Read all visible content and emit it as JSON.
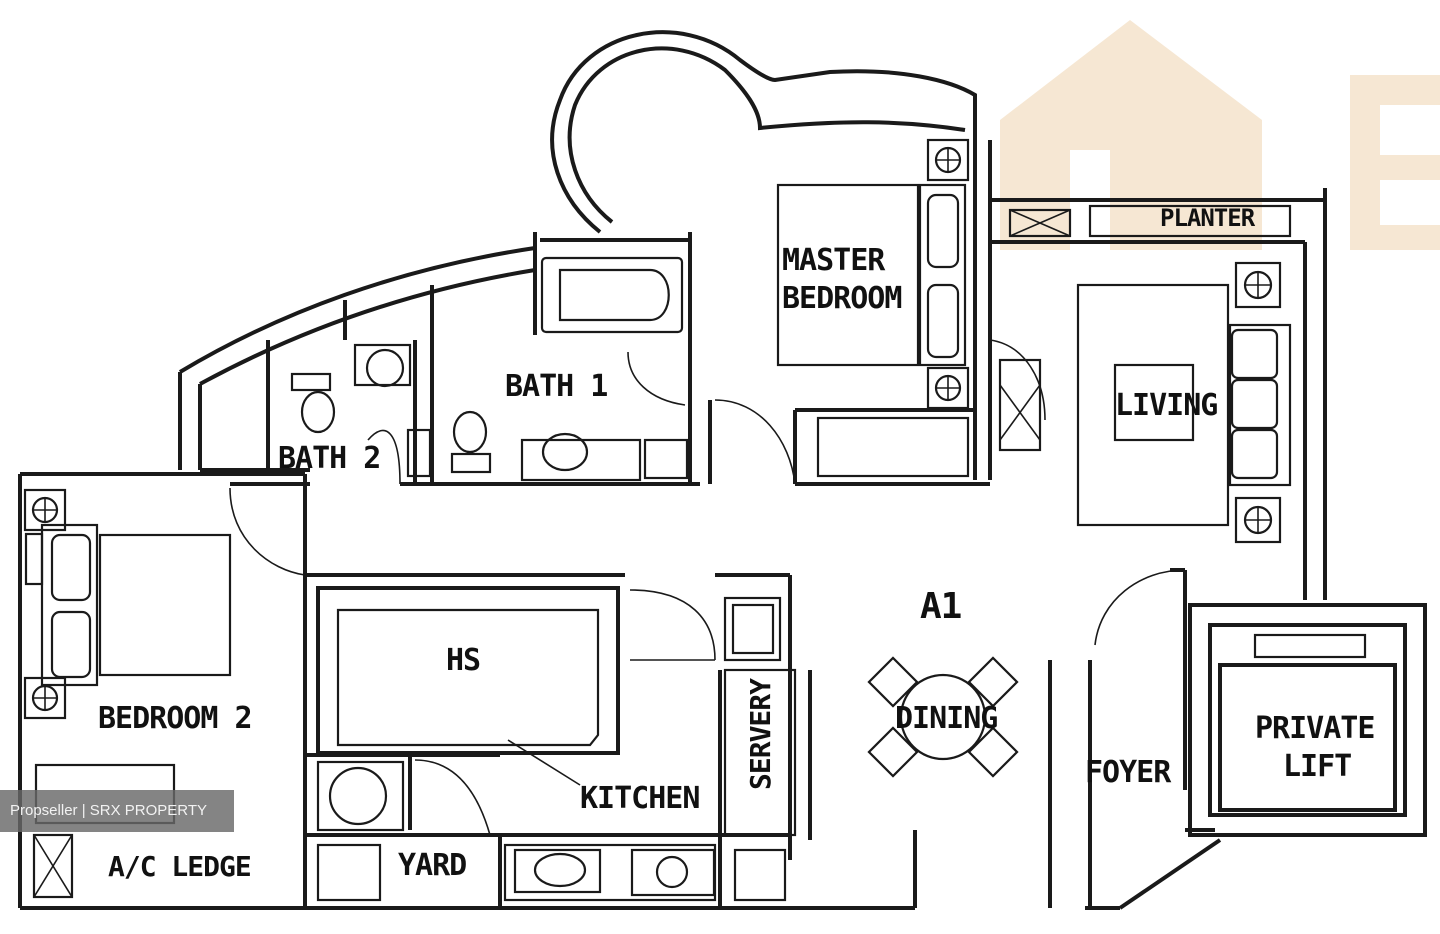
{
  "unit_type": "A1",
  "rooms": {
    "master_bedroom_line1": "MASTER",
    "master_bedroom_line2": "BEDROOM",
    "bath1": "BATH 1",
    "bath2": "BATH 2",
    "living": "LIVING",
    "bedroom2": "BEDROOM 2",
    "hs": "HS",
    "kitchen": "KITCHEN",
    "servery": "SERVERY",
    "dining": "DINING",
    "foyer": "FOYER",
    "private_lift_line1": "PRIVATE",
    "private_lift_line2": "LIFT",
    "yard": "YARD",
    "ac_ledge": "A/C LEDGE",
    "planter": "PLANTER"
  },
  "watermark": "Propseller | SRX PROPERTY",
  "colors": {
    "ink": "#1a1a1a",
    "brand_watermark": "#f5e6d2",
    "overlay": "#696969"
  }
}
